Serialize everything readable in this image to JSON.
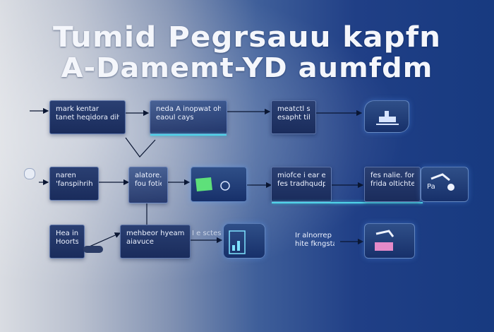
{
  "title": {
    "line1": "Tumid Pegrsauu kapfn",
    "line2": "A-Damemt-YD aumfdm"
  },
  "nodes": {
    "n1": {
      "l1": "mark kentar",
      "l2": "tanet heqidora dih"
    },
    "n2": {
      "l1": "neda A inopwat oh.",
      "l2": "eaoul cays"
    },
    "n3": {
      "l1": "meatctl sip",
      "l2": "esapht tih fnnat"
    },
    "n4": {
      "l1": "naren",
      "l2": "'fanspihrih"
    },
    "n5": {
      "l1": "alatore.omsio",
      "l2": "fou fotiet"
    },
    "n6": {
      "l1": "miofce i ear ev",
      "l2": "fes tradhqudprpor"
    },
    "n7": {
      "l1": "fes nalie. form",
      "l2": "frida oltichte."
    },
    "n8": {
      "l1": "Hea intc",
      "l2": "Hoorts"
    },
    "n9": {
      "l1": "mehbeor hyeame",
      "l2": "aiavuce"
    },
    "n10": {
      "l1": "Ir alnorrep lenair",
      "l2": "hite fkngsta cait"
    }
  },
  "ghost_text": {
    "g1": "I e sctes",
    "g2": "Pa"
  },
  "colors": {
    "node_bg": "#1a2c5c",
    "accent": "#4fd3e8",
    "arrow": "#0b1733",
    "icon_green": "#5ee07a"
  }
}
